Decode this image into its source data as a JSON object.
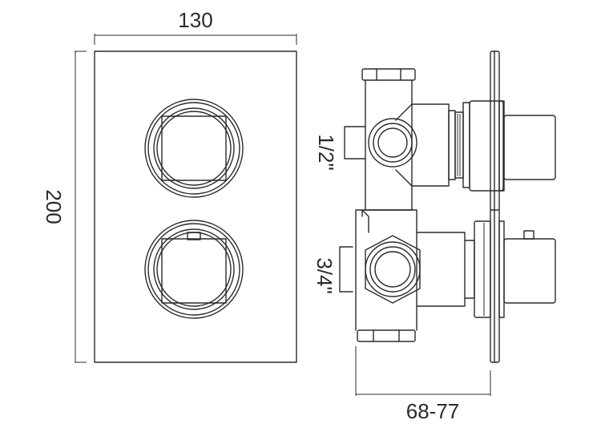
{
  "dimensions": {
    "width": "130",
    "height": "200",
    "depth": "68-77",
    "inlet_top": "1/2\"",
    "inlet_bottom": "3/4\""
  },
  "colors": {
    "line": "#2b2b2b",
    "background": "#ffffff"
  }
}
